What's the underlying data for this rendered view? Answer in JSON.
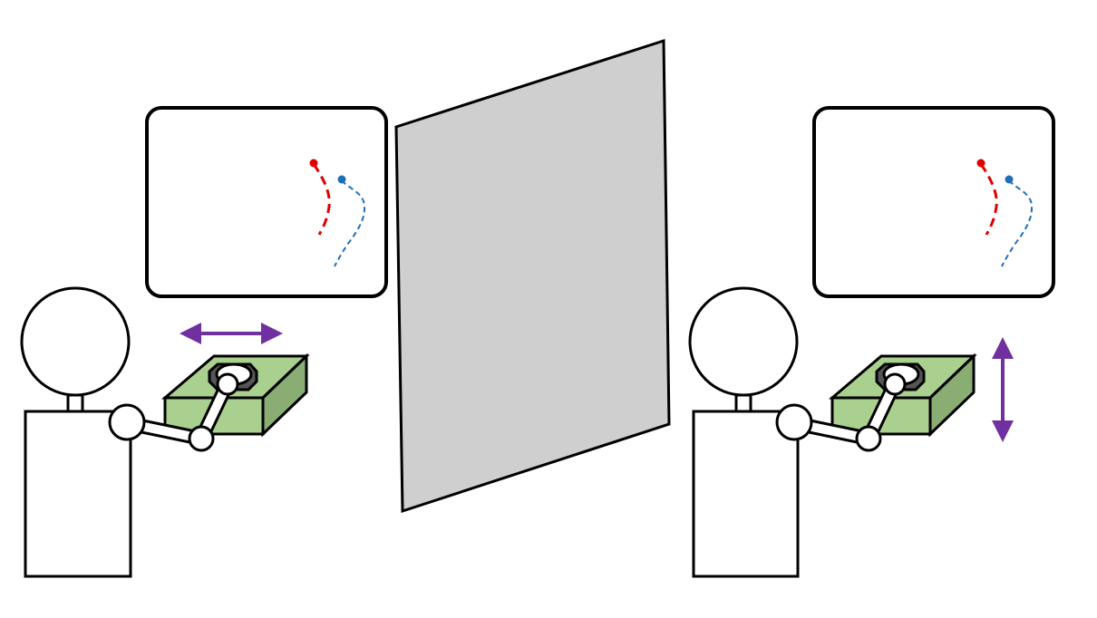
{
  "figure": {
    "description_visible_text": "",
    "colors": {
      "outline": "#000000",
      "background": "#ffffff",
      "partition": "#d0cfd0",
      "device_top": "#a9d08e",
      "device_front": "#a9d08e",
      "device_side": "#8aad74",
      "arrow": "#7030a0",
      "red_trace": "#e00000",
      "blue_trace": "#1f6fb8"
    }
  },
  "participants": [
    {
      "id": "left",
      "arrow_direction": "horizontal"
    },
    {
      "id": "right",
      "arrow_direction": "vertical"
    }
  ],
  "icons": [
    "person-icon",
    "haptic-device-icon",
    "monitor-icon",
    "partition-screen",
    "double-arrow-icon"
  ]
}
